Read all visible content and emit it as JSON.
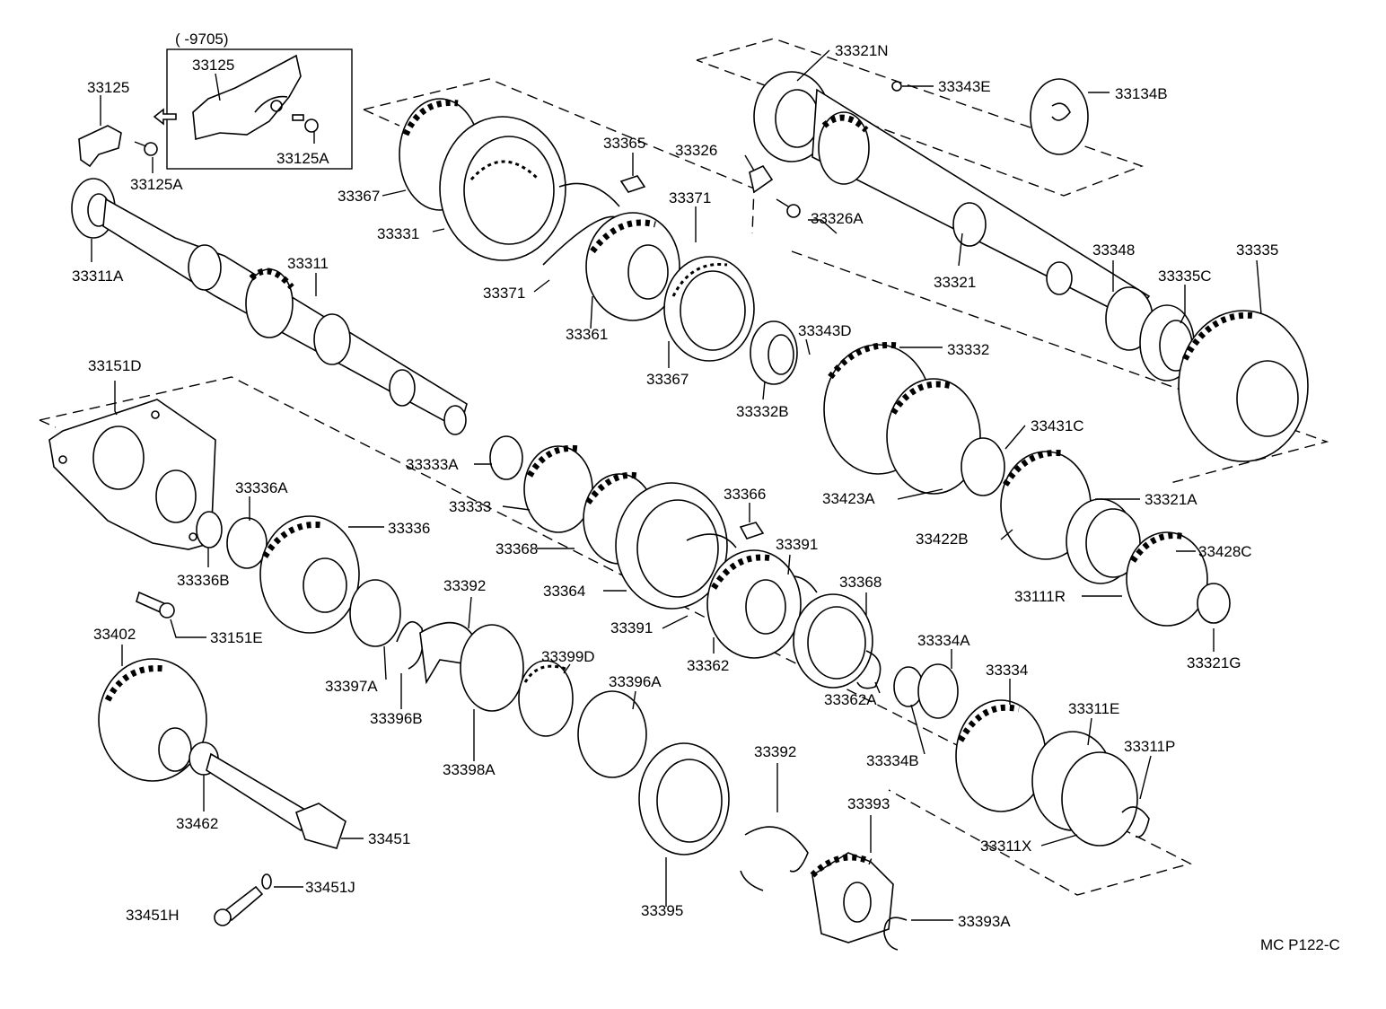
{
  "diagram": {
    "inset_label": "(       -9705)",
    "diagram_code": "MC P122-C",
    "parts": {
      "p33125": "33125",
      "p33125_inset": "33125",
      "p33125A": "33125A",
      "p33125A_inset": "33125A",
      "p33311A": "33311A",
      "p33311": "33311",
      "p33151D": "33151D",
      "p33367_upper": "33367",
      "p33331": "33331",
      "p33365": "33365",
      "p33371_right": "33371",
      "p33371_left": "33371",
      "p33361": "33361",
      "p33367_lower": "33367",
      "p33326": "33326",
      "p33326A": "33326A",
      "p33321N": "33321N",
      "p33343E": "33343E",
      "p33134B": "33134B",
      "p33321": "33321",
      "p33348": "33348",
      "p33335C": "33335C",
      "p33335": "33335",
      "p33343D": "33343D",
      "p33332": "33332",
      "p33332B": "33332B",
      "p33431C": "33431C",
      "p33423A": "33423A",
      "p33321A": "33321A",
      "p33422B": "33422B",
      "p33428C": "33428C",
      "p33111R": "33111R",
      "p33321G": "33321G",
      "p33333A": "33333A",
      "p33333": "33333",
      "p33368_left": "33368",
      "p33366": "33366",
      "p33391_right": "33391",
      "p33364": "33364",
      "p33368_right": "33368",
      "p33391_left": "33391",
      "p33362": "33362",
      "p33336A": "33336A",
      "p33336": "33336",
      "p33336B": "33336B",
      "p33151E": "33151E",
      "p33392_upper": "33392",
      "p33397A": "33397A",
      "p33396B": "33396B",
      "p33399D": "33399D",
      "p33396A": "33396A",
      "p33398A": "33398A",
      "p33362A": "33362A",
      "p33334A": "33334A",
      "p33334": "33334",
      "p33334B": "33334B",
      "p33311E": "33311E",
      "p33311P": "33311P",
      "p33311X": "33311X",
      "p33402": "33402",
      "p33462": "33462",
      "p33451": "33451",
      "p33451J": "33451J",
      "p33451H": "33451H",
      "p33392_lower": "33392",
      "p33393": "33393",
      "p33395": "33395",
      "p33393A": "33393A"
    }
  }
}
